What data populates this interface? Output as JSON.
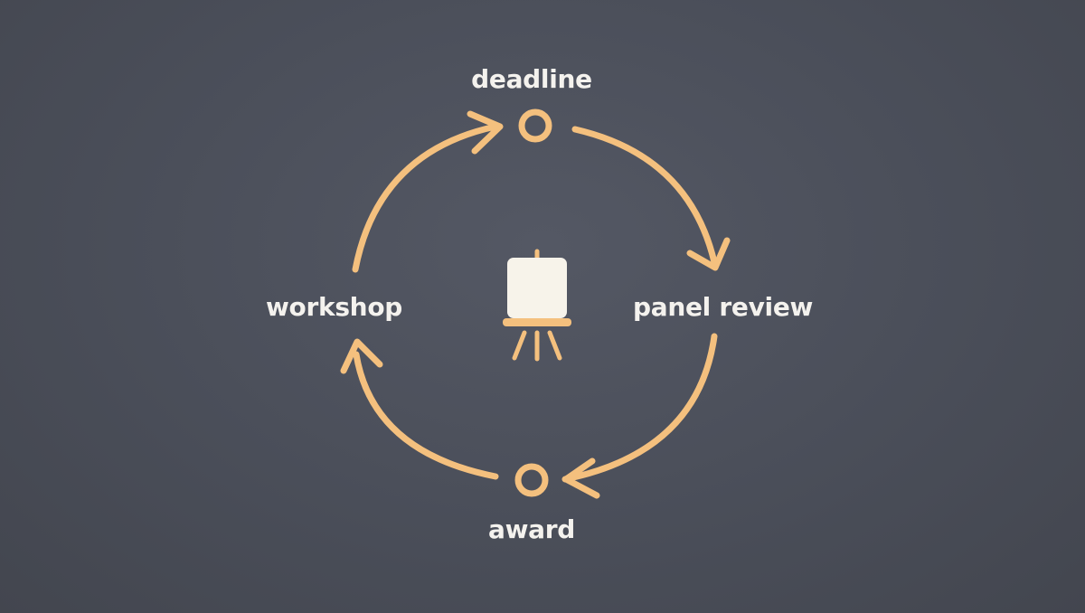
{
  "diagram": {
    "stages": {
      "top": "deadline",
      "right": "panel review",
      "bottom": "award",
      "left": "workshop"
    },
    "center_icon": "easel-icon",
    "colors": {
      "background": "#4a4e59",
      "accent": "#f4c07e",
      "label": "#f4f2ee",
      "canvas": "#f7f3ea"
    }
  }
}
